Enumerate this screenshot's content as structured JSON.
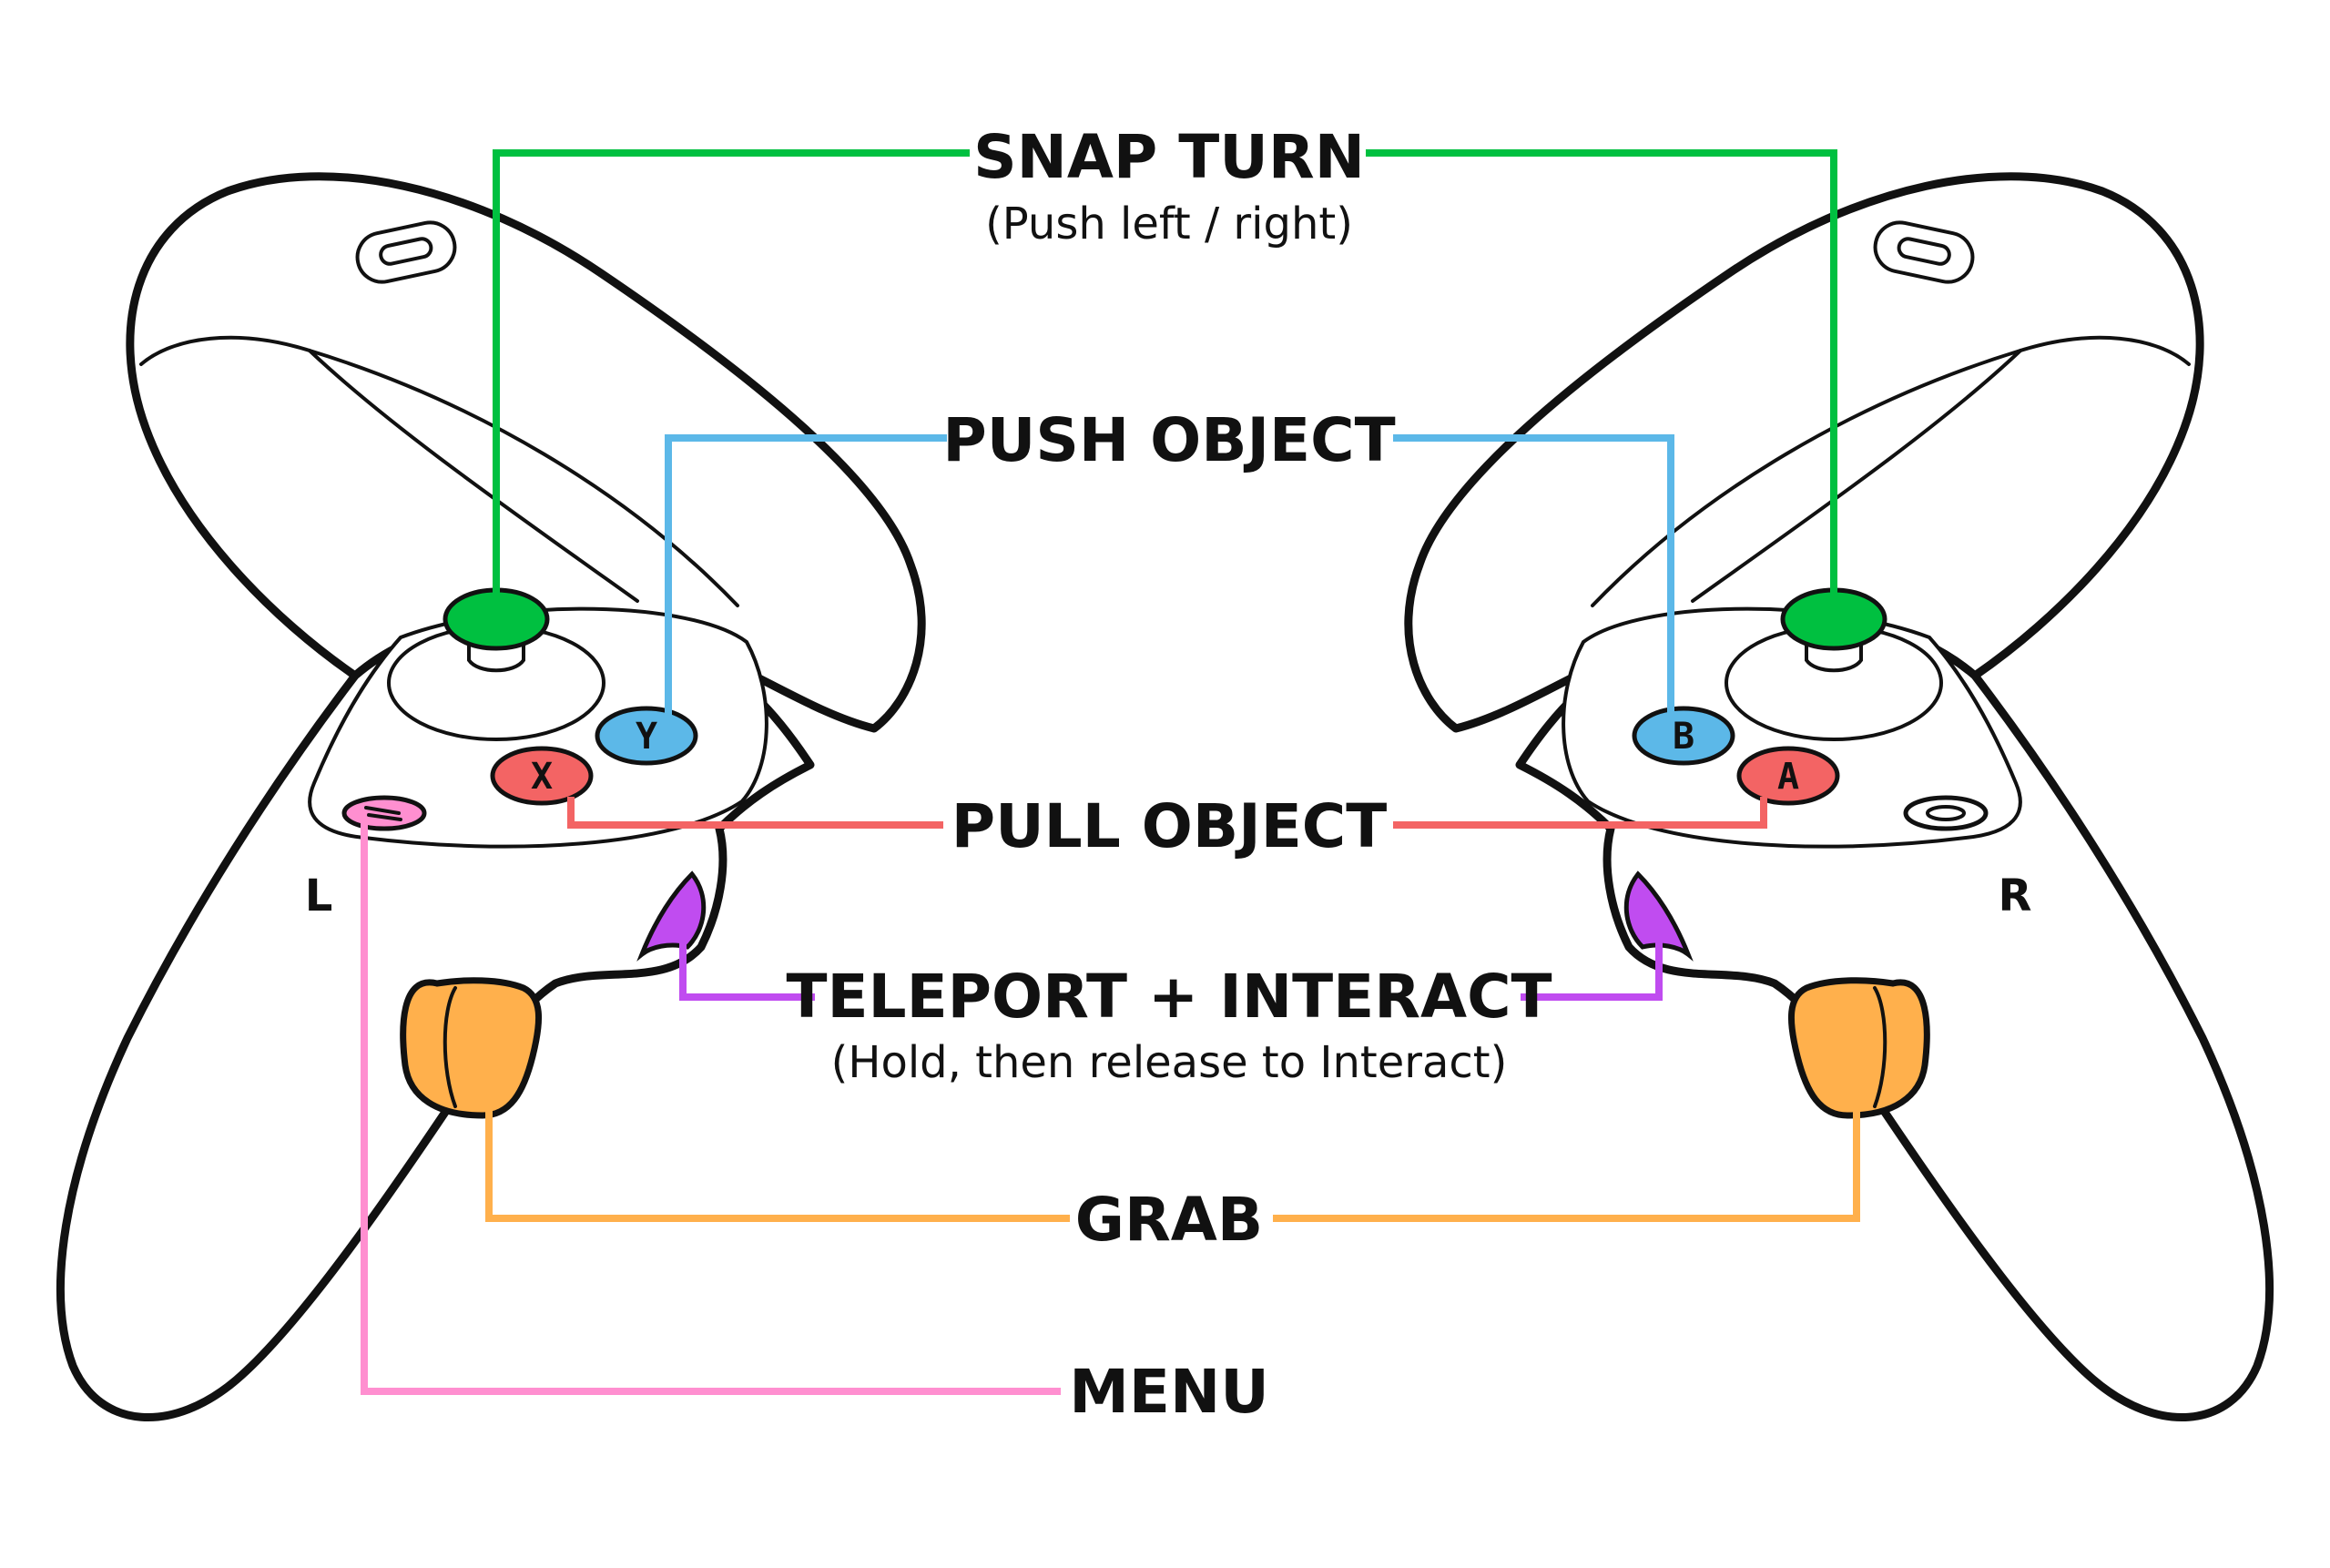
{
  "labels": {
    "snap_turn": "SNAP TURN",
    "snap_turn_sub": "(Push left / right)",
    "push_object": "PUSH OBJECT",
    "pull_object": "PULL OBJECT",
    "teleport": "TELEPORT + INTERACT",
    "teleport_sub": "(Hold, then release to Interact)",
    "grab": "GRAB",
    "menu": "MENU"
  },
  "controllers": {
    "left": {
      "side_label": "L",
      "buttons": [
        "X",
        "Y"
      ]
    },
    "right": {
      "side_label": "R",
      "buttons": [
        "A",
        "B"
      ]
    }
  },
  "colors": {
    "snap_turn": "#00c040",
    "push_object": "#5cb8e8",
    "pull_object": "#f36464",
    "teleport": "#c04cf0",
    "grab": "#ffb04c",
    "menu": "#ff8fd0",
    "outline": "#111111"
  }
}
